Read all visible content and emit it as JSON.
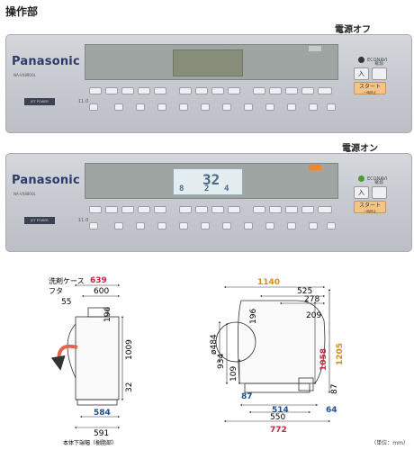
{
  "page": {
    "heading": "操作部",
    "unit_note": "（単位：mm）",
    "base_note": "本体下端幅（樹脂部）"
  },
  "panel_off": {
    "state_label": "電源オフ",
    "brand": "Panasonic",
    "model": "NA-VX8800L",
    "eco_label": "ECONAVI",
    "power_label": "電源",
    "power_symbol": "入",
    "start_label": "スタート",
    "start_sub": "一時停止",
    "capacity": "11.0",
    "sub_badge": "JET POWER"
  },
  "panel_on": {
    "state_label": "電源オン",
    "brand": "Panasonic",
    "model": "NA-VX8800L",
    "eco_label": "ECONAVI",
    "power_label": "電源",
    "power_symbol": "入",
    "start_label": "スタート",
    "start_sub": "一時停止",
    "capacity": "11.0",
    "sub_badge": "JET POWER",
    "display_big": "32",
    "display_left": "8",
    "display_mid": "2",
    "display_right": "4"
  },
  "side_view": {
    "detergent_label_1": "洗剤ケース",
    "detergent_label_2": "フタ",
    "dims": {
      "d639": "639",
      "d600": "600",
      "d55": "55",
      "d196": "196",
      "d1009": "1009",
      "d32": "32",
      "d584": "584",
      "d591": "591"
    }
  },
  "front_view": {
    "dims": {
      "d1140": "1140",
      "d525": "525",
      "d278": "278",
      "d209": "209",
      "d484": "ø484",
      "d196": "196",
      "d934": "934",
      "d109": "109",
      "d87a": "87",
      "d1058": "1058",
      "d1205": "1205",
      "d87b": "87",
      "d514": "514",
      "d64": "64",
      "d550": "550",
      "d772": "772"
    }
  },
  "colors": {
    "dim_red": "#c3263e",
    "dim_orange": "#d78a16",
    "dim_blue": "#1f4d95",
    "start_button": "#f1c58a",
    "panel": "#c6cad0"
  }
}
